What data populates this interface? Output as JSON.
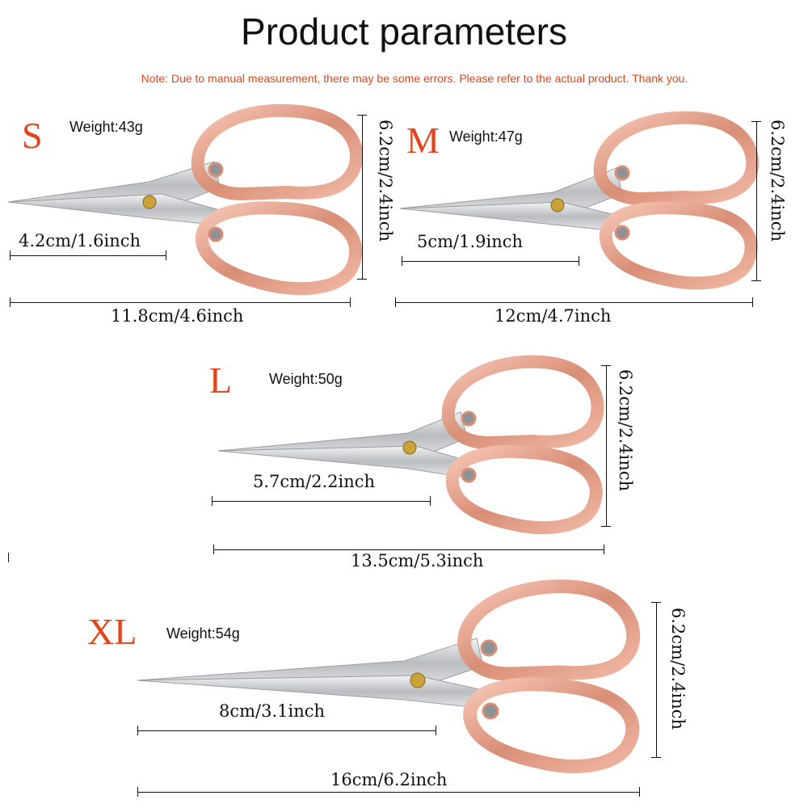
{
  "title": "Product parameters",
  "note": "Note: Due to manual measurement, there may be some errors. Please refer to the actual product. Thank you.",
  "colors": {
    "accent": "#e4441a",
    "rose_gold": "#e7a590",
    "blade": "#c9ccd0",
    "text": "#111111"
  },
  "icons": {
    "scissors": "scissors-icon"
  },
  "products": [
    {
      "size": "S",
      "weight": "Weight:43g",
      "blade_length": "4.2cm/1.6inch",
      "total_length": "11.8cm/4.6inch",
      "height": "6.2cm/2.4inch"
    },
    {
      "size": "M",
      "weight": "Weight:47g",
      "blade_length": "5cm/1.9inch",
      "total_length": "12cm/4.7inch",
      "height": "6.2cm/2.4inch"
    },
    {
      "size": "L",
      "weight": "Weight:50g",
      "blade_length": "5.7cm/2.2inch",
      "total_length": "13.5cm/5.3inch",
      "height": "6.2cm/2.4inch"
    },
    {
      "size": "XL",
      "weight": "Weight:54g",
      "blade_length": "8cm/3.1inch",
      "total_length": "16cm/6.2inch",
      "height": "6.2cm/2.4inch"
    }
  ]
}
